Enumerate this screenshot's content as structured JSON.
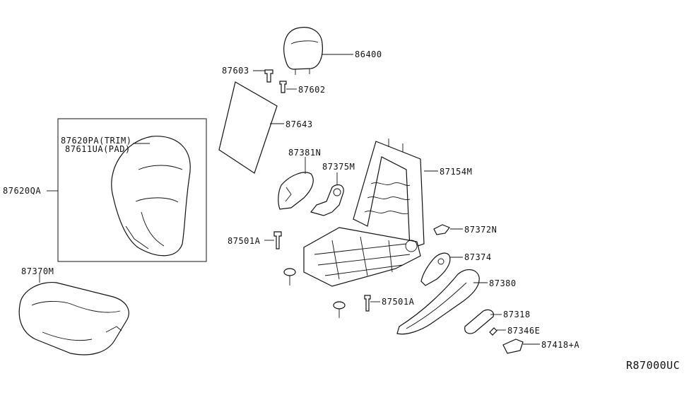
{
  "diagram_code": "R87000UC",
  "callouts": {
    "c86400": "86400",
    "c87603": "87603",
    "c87602": "87602",
    "c87643": "87643",
    "c87620PA": "87620PA(TRIM)",
    "c87611UA": "87611UA(PAD)",
    "c87620QA": "87620QA",
    "c87381N": "87381N",
    "c87375M": "87375M",
    "c87154M": "87154M",
    "c87372N": "87372N",
    "c87501A_left": "87501A",
    "c87374": "87374",
    "c87370M": "87370M",
    "c87380": "87380",
    "c87501A_bottom": "87501A",
    "c87318": "87318",
    "c87346E": "87346E",
    "c87418A": "87418+A"
  }
}
